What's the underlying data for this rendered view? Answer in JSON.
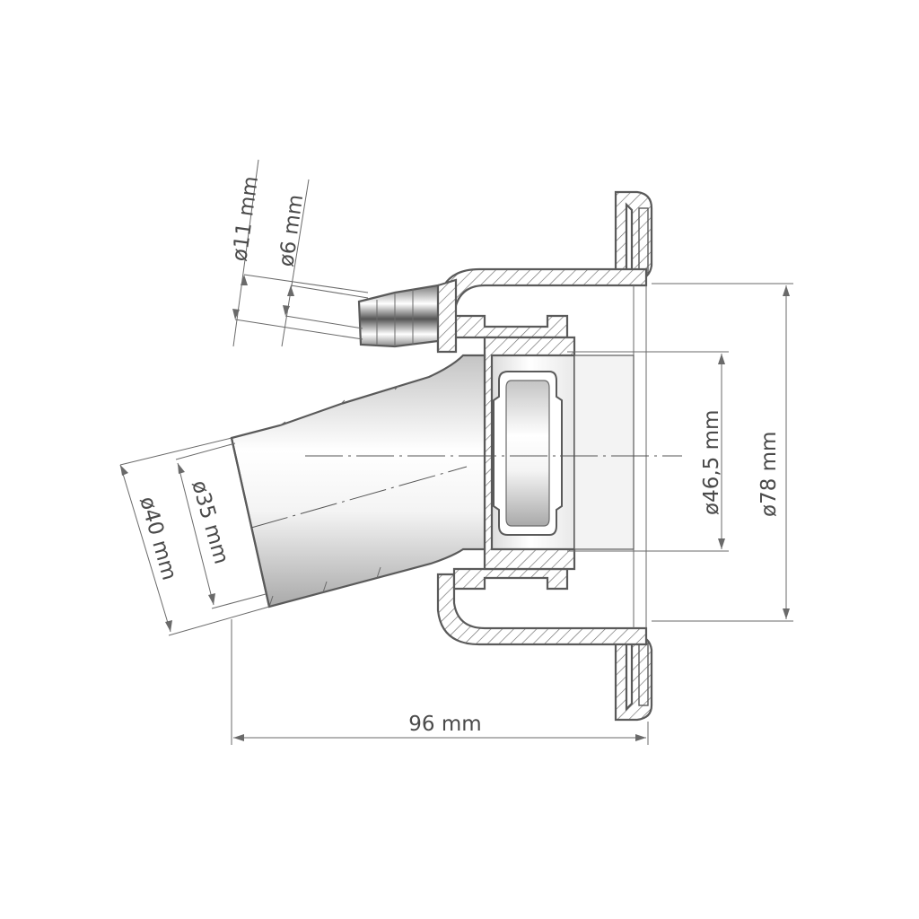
{
  "dimensions": {
    "hose_outer": "ø11 mm",
    "hose_inner": "ø6 mm",
    "outlet_outer": "ø40 mm",
    "outlet_inner": "ø35 mm",
    "thread": "ø46,5 mm",
    "flange": "ø78 mm",
    "length": "96 mm"
  }
}
